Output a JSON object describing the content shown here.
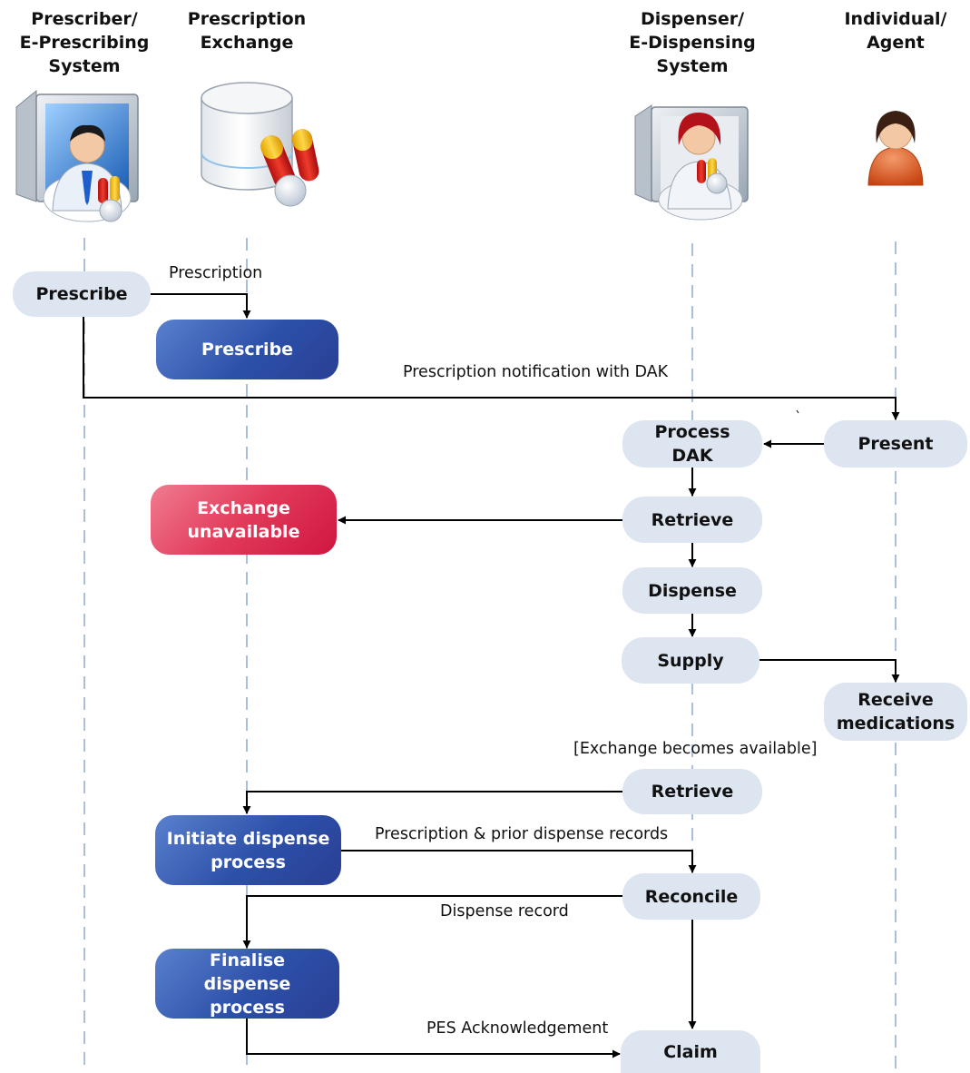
{
  "lanes": [
    {
      "title_lines": [
        "Prescriber/",
        "E-Prescribing",
        "System"
      ]
    },
    {
      "title_lines": [
        "Prescription",
        "Exchange"
      ]
    },
    {
      "title_lines": [
        "Dispenser/",
        "E-Dispensing",
        "System"
      ]
    },
    {
      "title_lines": [
        "Individual/",
        "Agent"
      ]
    }
  ],
  "nodes": {
    "prescribe_prescriber": "Prescribe",
    "prescribe_exchange": "Prescribe",
    "process_dak": [
      "Process",
      "DAK"
    ],
    "present": "Present",
    "exchange_unavailable": [
      "Exchange",
      "unavailable"
    ],
    "retrieve_1": "Retrieve",
    "dispense": "Dispense",
    "supply": "Supply",
    "receive_medications": [
      "Receive",
      "medications"
    ],
    "retrieve_2": "Retrieve",
    "initiate_dispense": [
      "Initiate dispense",
      "process"
    ],
    "reconcile": "Reconcile",
    "finalise_dispense": [
      "Finalise dispense",
      "process"
    ],
    "claim": "Claim"
  },
  "messages": {
    "prescription": "Prescription",
    "prescription_notification": "Prescription notification with DAK",
    "exchange_available": "[Exchange becomes available]",
    "prior_records": "Prescription & prior dispense records",
    "dispense_record": "Dispense record",
    "pes_ack": "PES Acknowledgement"
  },
  "icons": [
    "prescriber-computer-icon",
    "exchange-database-icon",
    "dispenser-computer-icon",
    "individual-person-icon"
  ],
  "colors": {
    "lifeline": "#a9bfdd",
    "light_node": "#dde5f1",
    "blue_node": "#2c50a8",
    "red_node": "#e23a5a",
    "arrow": "#000000"
  }
}
